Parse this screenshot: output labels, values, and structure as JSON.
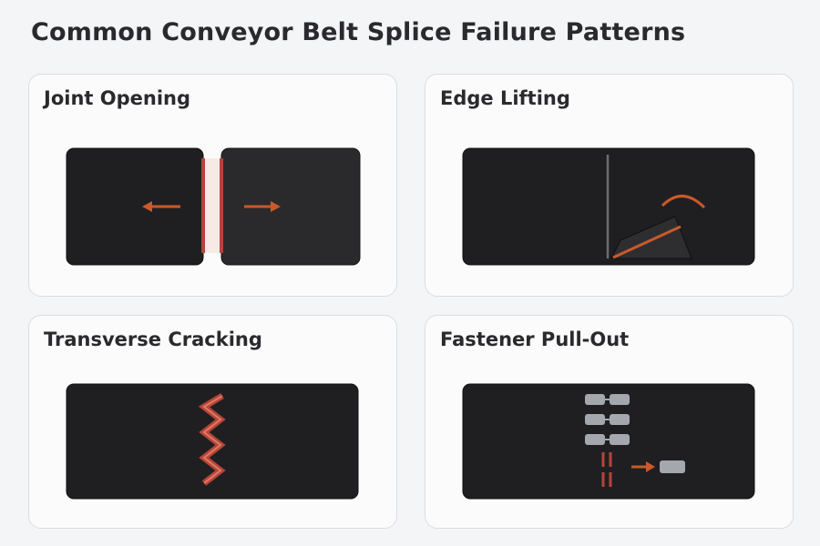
{
  "page": {
    "title": "Common Conveyor Belt Splice Failure Patterns"
  },
  "cards": [
    {
      "label": "Joint Opening",
      "icon": "joint-opening-diagram"
    },
    {
      "label": "Edge Lifting",
      "icon": "edge-lifting-diagram"
    },
    {
      "label": "Transverse Cracking",
      "icon": "transverse-cracking-diagram"
    },
    {
      "label": "Fastener Pull-Out",
      "icon": "fastener-pull-out-diagram"
    }
  ],
  "colors": {
    "background": "#f4f5f7",
    "card": "#fbfbfb",
    "belt": "#1f1f21",
    "accent_orange": "#c95a2a",
    "accent_red": "#b5443a",
    "fastener": "#a4a8ae"
  }
}
